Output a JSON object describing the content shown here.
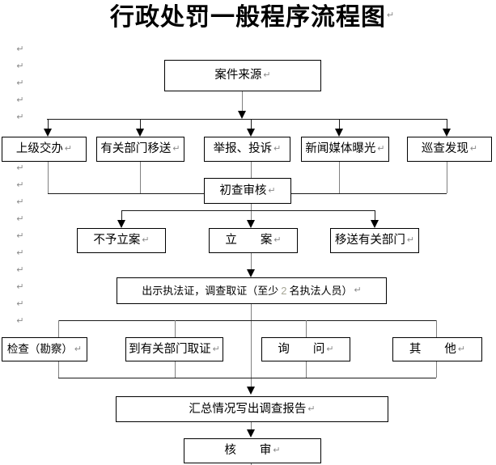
{
  "title": "行政处罚一般程序流程图",
  "marks": {
    "pilcrow": "↵"
  },
  "nodes": {
    "case_source": {
      "label": "案件来源"
    },
    "superior": {
      "label": "上级交办"
    },
    "dept_transfer": {
      "label": "有关部门移送"
    },
    "report": {
      "label": "举报、投诉"
    },
    "media": {
      "label": "新闻媒体曝光"
    },
    "patrol": {
      "label": "巡查发现"
    },
    "preliminary": {
      "label": "初查审核"
    },
    "no_case": {
      "label": "不予立案"
    },
    "file_case": {
      "label": "立　　案"
    },
    "transfer_out": {
      "label": "移送有关部门"
    },
    "evidence": {
      "pre": "出示执法证，调查取证（至少",
      "num": "2",
      "post": "名执法人员）"
    },
    "inspect": {
      "label": "检查（勘察）"
    },
    "dept_evidence": {
      "label": "到有关部门取证"
    },
    "inquiry": {
      "label": "询　　问"
    },
    "other": {
      "label": "其　　他"
    },
    "summary": {
      "label": "汇总情况写出调查报告"
    },
    "review": {
      "label": "核　　审"
    }
  }
}
